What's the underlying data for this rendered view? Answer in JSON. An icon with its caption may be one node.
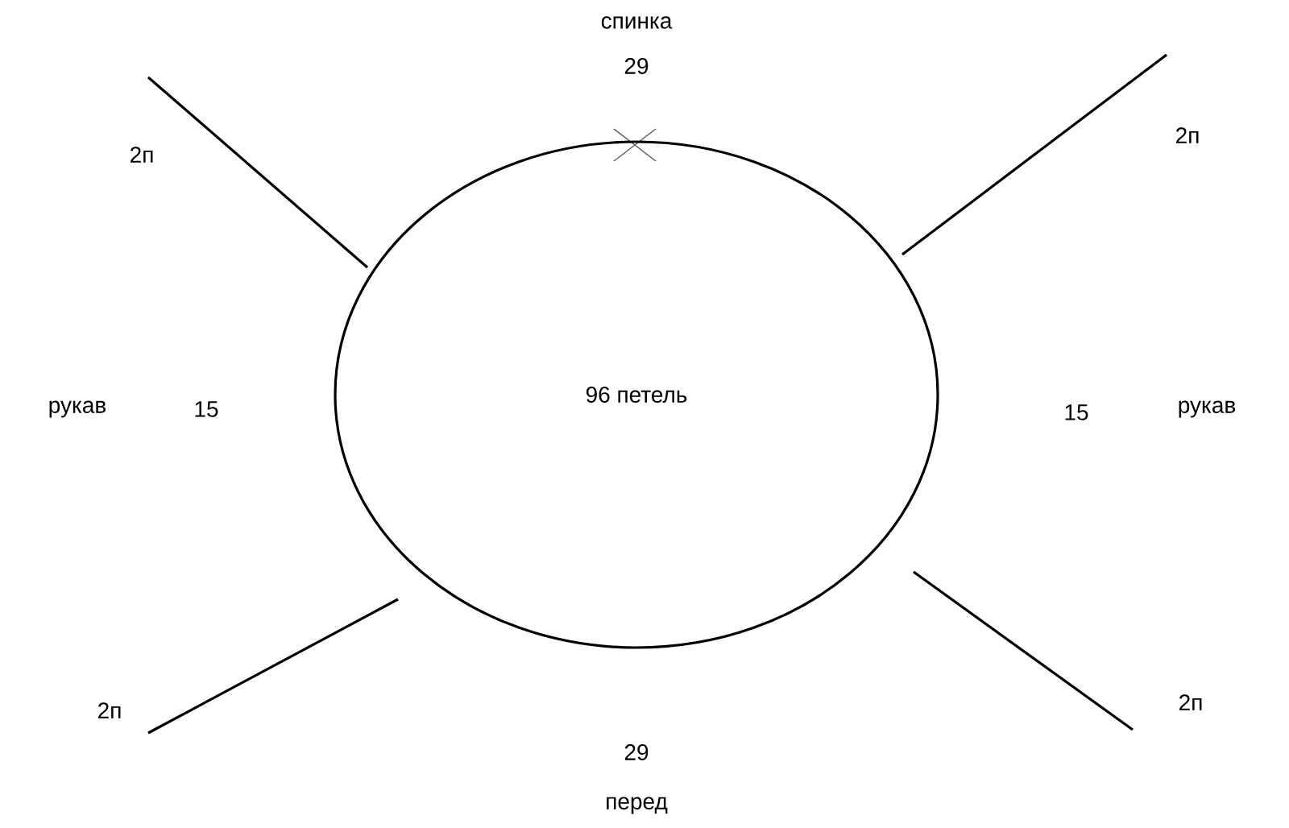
{
  "diagram": {
    "nodes": [
      {
        "text": [
          "96 петель"
        ]
      }
    ],
    "labels": [
      "спинка",
      "29",
      "2п",
      "2п",
      "рукав",
      "15",
      "15",
      "рукав",
      "2п",
      "2п",
      "29",
      "перед"
    ]
  }
}
